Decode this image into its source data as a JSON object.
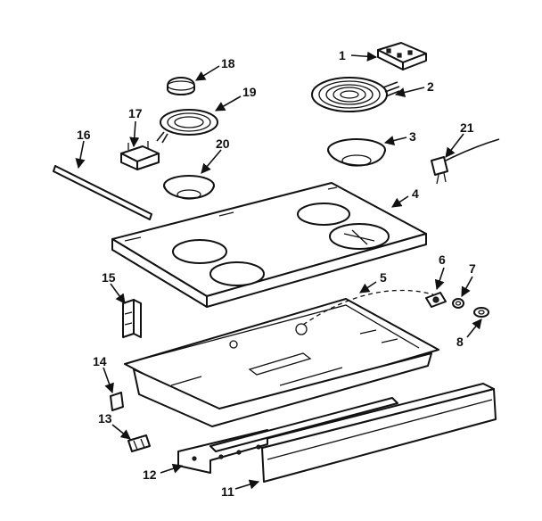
{
  "callouts": {
    "c1": "1",
    "c2": "2",
    "c3": "3",
    "c4": "4",
    "c5": "5",
    "c6": "6",
    "c7": "7",
    "c8": "8",
    "c11": "11",
    "c12": "12",
    "c13": "13",
    "c14": "14",
    "c15": "15",
    "c16": "16",
    "c17": "17",
    "c18": "18",
    "c19": "19",
    "c20": "20",
    "c21": "21"
  }
}
